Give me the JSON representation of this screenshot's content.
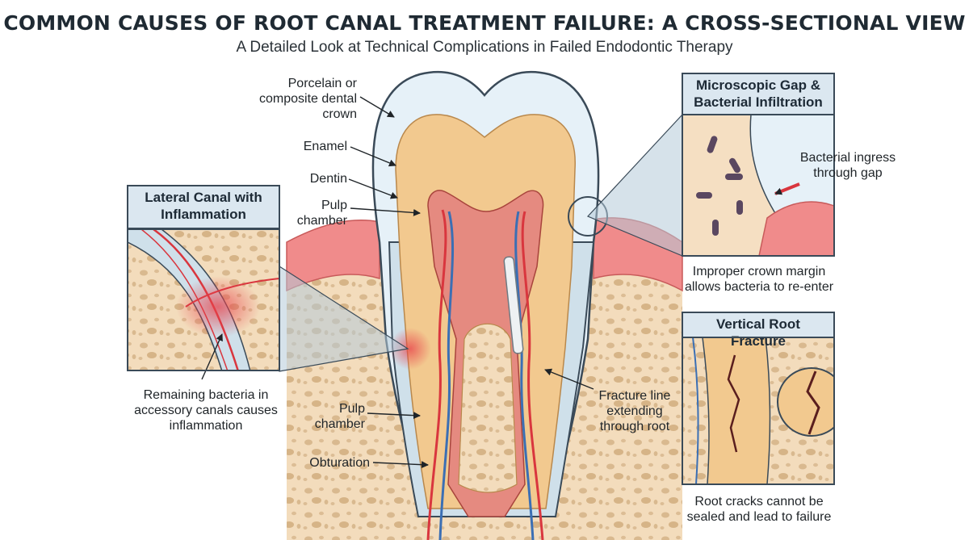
{
  "header": {
    "title": "COMMON CAUSES OF ROOT CANAL TREATMENT FAILURE: A CROSS-SECTIONAL VIEW",
    "subtitle": "A Detailed Look at Technical Complications in Failed Endodontic Therapy"
  },
  "labels": {
    "crown": "Porcelain or composite dental crown",
    "enamel": "Enamel",
    "dentin": "Dentin",
    "pulp_chamber_top": "Pulp chamber",
    "pulp_chamber_bottom": "Pulp chamber",
    "obturation": "Obturation",
    "fracture_line": "Fracture line extending through root"
  },
  "panels": {
    "lateral": {
      "title": "Lateral Canal with Inflammation",
      "caption": "Remaining bacteria in accessory canals causes inflammation"
    },
    "gap": {
      "title": "Microscopic Gap & Bacterial Infiltration",
      "callout": "Bacterial ingress through gap",
      "caption": "Improper crown margin allows bacteria to re-enter"
    },
    "fracture": {
      "title": "Vertical Root Fracture",
      "caption": "Root cracks cannot be sealed and lead to failure"
    }
  },
  "colors": {
    "outline": "#3a4a58",
    "enamel": "#e6f1f8",
    "dentin": "#f2c98f",
    "pulp": "#e58a80",
    "bone": "#f3dcbc",
    "gum": "#f08b8b",
    "nerve_red": "#d9363e",
    "nerve_blue": "#3b6fb4",
    "panel_header": "#dbe7f0"
  }
}
